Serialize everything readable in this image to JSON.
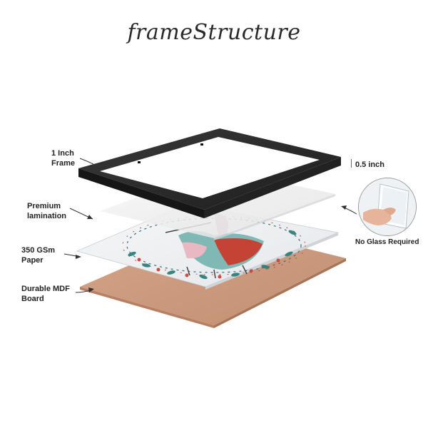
{
  "title": "frameStructure",
  "labels": {
    "frame": [
      "1 Inch",
      "Frame"
    ],
    "depth": "0.5 inch",
    "lamination": [
      "Premium",
      "lamination"
    ],
    "paper": [
      "350 GSm",
      "Paper"
    ],
    "board": [
      "Durable MDF",
      "Board"
    ],
    "no_glass": "No Glass Required"
  },
  "colors": {
    "frame": "#2b2b2b",
    "board": "#c9987b",
    "paper": "#eef1f3",
    "lamination": "#f1f1f1"
  }
}
